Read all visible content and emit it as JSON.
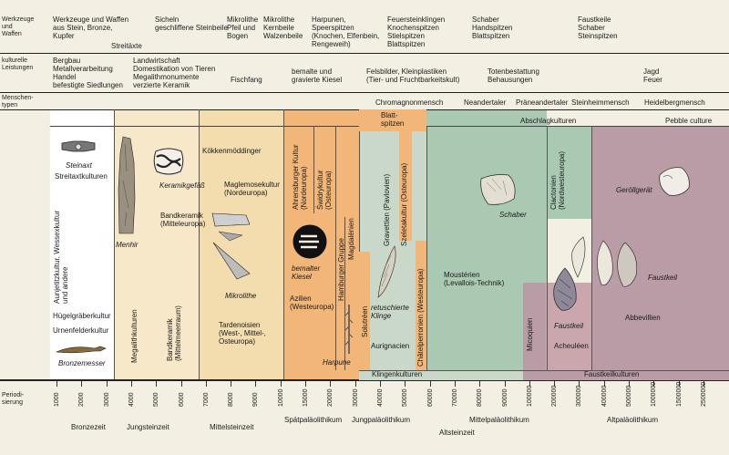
{
  "left_labels": {
    "werkzeuge": "Werkzeuge\nund\nWaffen",
    "kulturelle": "kulturelle\nLeistungen",
    "menschentypen": "Menschen-\ntypen",
    "periodisierung": "Periodi-\nsierung"
  },
  "tools_row": [
    "Werkzeuge und Waffen\naus Stein, Bronze,\nKupfer",
    "Streitäxte",
    "Sicheln\ngeschliffene Steinbeile",
    "Mikrolithe\nPfeil und\nBogen",
    "Mikrolithe\nKernbeile\nWalzenbeile",
    "Harpunen,\nSpeerspitzen\n(Knochen, Elfenbein,\nRengeweih)",
    "Feuersteinklingen\nKnochenspitzen\nStielspitzen\nBlattspitzen",
    "Schaber\nHandspitzen\nBlattspitzen",
    "Faustkeile\nSchaber\nSteinspitzen"
  ],
  "culture_row": [
    "Bergbau\nMetallverarbeitung\nHandel\nbefestigte Siedlungen",
    "Landwirtschaft\nDomestikation von Tieren\nMegalithmonumente\nverzierte Keramik",
    "Fischfang",
    "bemalte und\ngravierte Kiesel",
    "Felsbilder, Kleinplastiken\n(Tier- und Fruchtbarkeitskult)",
    "Totenbestattung\nBehausungen",
    "Jagd\nFeuer"
  ],
  "human_types": [
    "Chromagnonmensch",
    "Neandertaler",
    "Präneandertaler",
    "Steinheimmensch",
    "Heidelbergmensch"
  ],
  "cultures": {
    "steinaxt": "Steinaxt",
    "streitaxt": "Streitaxtkulturen",
    "aunjetitz": "Aunjetitzkultur, Wessexkultur\nund andere",
    "huegelgraeber": "Hügelgräberkultur",
    "urnenfelder": "Urnenfelderkultur",
    "bronzemesser": "Bronzemesser",
    "menhir": "Menhir",
    "megalith": "Megalithkulturen",
    "keramikgefaess": "Keramikgefäß",
    "bandkeramik_top": "Bandkeramik\n(Mitteleuropa)",
    "bandkeramik_v": "Bandkeramik\n(Mittelmeerraum)",
    "koekken": "Kökkenmöddinger",
    "maglemose": "Maglemosekultur\n(Nordeuropa)",
    "mikrolithe": "Mikrolithe",
    "tardenoisien": "Tardenoisien\n(West-, Mittel-,\nOsteuropa)",
    "ahrensburger": "Ahrensburger Kultur\n(Nordeuropa)",
    "swidry": "Świdrykultur\n(Osteuropa)",
    "hamburger": "Hamburger Gruppe",
    "magdalenien": "Magdalénien",
    "bemalter": "bemalter\nKiesel",
    "azilien": "Azilien\n(Westeuropa)",
    "harpune": "Harpune",
    "blattspitzen": "Blatt-\nspitzen",
    "gravettien": "Gravettien (Pavlovien)",
    "szeleta": "Szeletakultur (Osteuropa)",
    "solutreen": "Solutréen",
    "retuschierte": "retuschierte\nKlinge",
    "aurignacien": "Aurignacien",
    "chatelperronien": "Châtelperronien (Westeuropa)",
    "klingenkulturen": "Klingenkulturen",
    "abschlag": "Abschlagkulturen",
    "schaber": "Schaber",
    "mousterien": "Moustérien\n(Levallois-Technik)",
    "clactonien": "Clactonien\n(Nordwesteuropa)",
    "micoquien": "Micoquien",
    "faustkeil_a": "Faustkeil",
    "acheuleen": "Acheuléen",
    "pebble": "Pebble culture",
    "geroellgeraet": "Geröllgerät",
    "faustkeil_b": "Faustkeil",
    "abbevillien": "Abbevillien",
    "faustkeilkulturen": "Faustkeilkulturen"
  },
  "ticks": [
    "1000",
    "2000",
    "3000",
    "4000",
    "5000",
    "6000",
    "7000",
    "8000",
    "9000",
    "10000",
    "15000",
    "20000",
    "30000",
    "40000",
    "50000",
    "60000",
    "70000",
    "80000",
    "90000",
    "100000",
    "200000",
    "300000",
    "400000",
    "500000",
    "1000000",
    "1500000",
    "2500000"
  ],
  "periods": [
    "Bronzezeit",
    "Jungsteinzeit",
    "Mittelsteinzeit",
    "Spätpaläolithikum",
    "Jungpaläolithikum",
    "Altsteinzeit",
    "Mittelpaläolithikum",
    "Altpaläolithikum"
  ],
  "colors": {
    "bronze": "#ffffff",
    "neolithic": "#f6e8c8",
    "mesolithic": "#f3dcae",
    "late_pal": "#f3b679",
    "upper_pal": "#c9d8c8",
    "middle_pal": "#a9c9b3",
    "acheul": "#c9a7ac",
    "lower_pal": "#b99ca5"
  }
}
